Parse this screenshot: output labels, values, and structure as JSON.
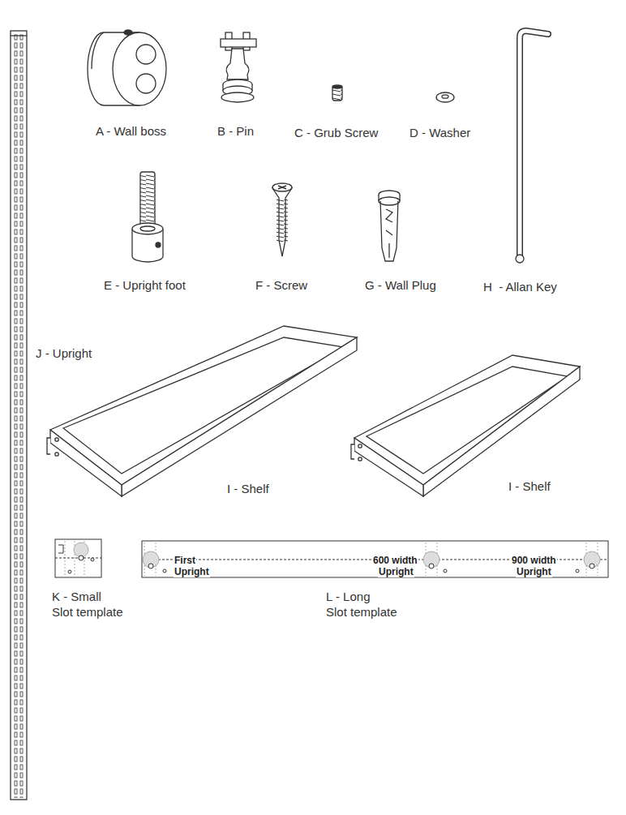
{
  "diagram": {
    "labels": [
      "A - Wall boss",
      "B - Pin",
      "C - Grub Screw",
      "D - Washer",
      "E - Upright foot",
      "F - Screw",
      "G - Wall Plug",
      "H  - Allan Key",
      "J - Upright",
      "I - Shelf",
      "I - Shelf",
      "K - Small",
      "Slot template",
      "L - Long",
      "Slot template",
      "First",
      "Upright",
      "600 width",
      "Upright",
      "900 width",
      "Upright"
    ]
  }
}
